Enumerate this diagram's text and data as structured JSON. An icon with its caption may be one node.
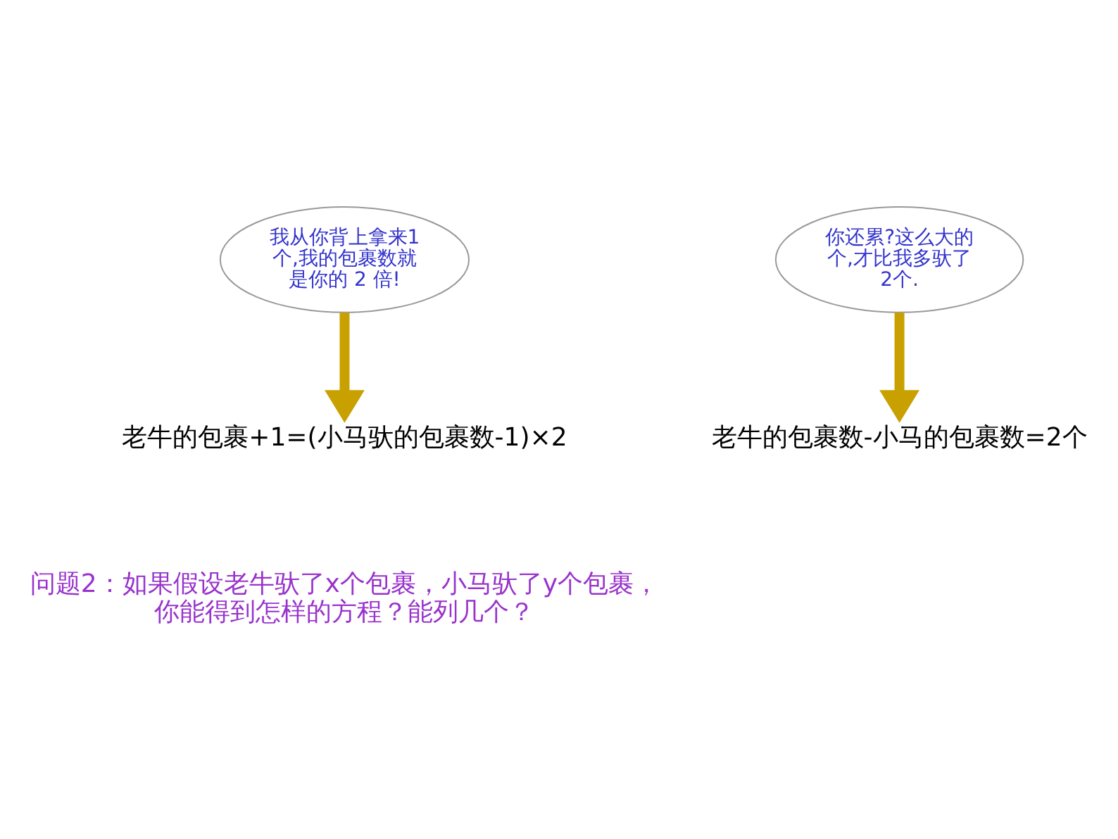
{
  "diagram": {
    "nodes": [
      {
        "text": [
          "我从你背上拿来1个,我的包裹数就是你的 2 倍!"
        ]
      },
      {
        "text": [
          "你还累?这么大的个,才比我多驮了2个."
        ]
      },
      {
        "text": [
          "老牛的包裹+1=(小马驮的包裹数-1)×2"
        ]
      },
      {
        "text": [
          "老牛的包裹数-小马的包裹数=2个"
        ]
      }
    ],
    "edges": [
      {
        "from": 0,
        "to": 2,
        "arrow": "to"
      },
      {
        "from": 1,
        "to": 3,
        "arrow": "to"
      }
    ],
    "labels": [
      "问题2：如果假设老牛驮了x个包裹，小马驮了y个包裹，你能得到怎样的方程？能列几个？"
    ]
  }
}
